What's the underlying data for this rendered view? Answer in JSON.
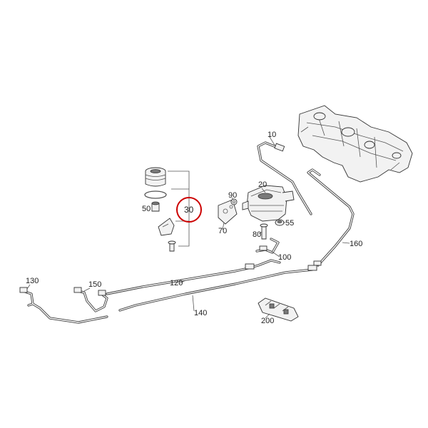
{
  "highlight_color": "#cc0000",
  "labels": {
    "p10": "10",
    "p20": "20",
    "p30": "30",
    "p50": "50",
    "p55": "55",
    "p70": "70",
    "p80": "80",
    "p90": "90",
    "p100": "100",
    "p120": "120",
    "p130": "130",
    "p140": "140",
    "p150": "150",
    "p160": "160",
    "p200": "200"
  },
  "icons": {
    "fuel_tank": "fuel-tank-icon",
    "fuel_filter": "fuel-filter-icon",
    "fuel_pump": "fuel-pump-module-icon"
  }
}
